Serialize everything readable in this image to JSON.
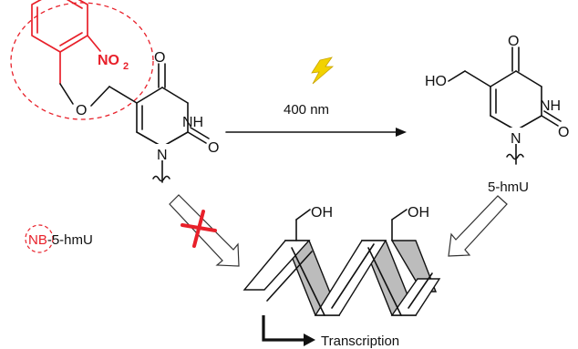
{
  "left_molecule": {
    "nitro_label": "NO",
    "nitro_subscript": "2",
    "ether_oxygen": "O",
    "carbonyl_top": "O",
    "nh": "NH",
    "carbonyl_bottom": "O",
    "ring_n": "N",
    "name_prefix": "NB",
    "name_suffix": "-5-hmU"
  },
  "right_molecule": {
    "hydroxyl": "HO",
    "carbonyl_top": "O",
    "nh": "NH",
    "carbonyl_bottom": "O",
    "ring_n": "N",
    "name": "5-hmU"
  },
  "reaction": {
    "wavelength": "400 nm"
  },
  "dna": {
    "oh_left": "OH",
    "oh_right": "OH",
    "transcription": "Transcription"
  },
  "colors": {
    "protecting_group": "#e8202a",
    "lightning": "#f2d200",
    "helix_shade": "#bcbcbc"
  }
}
